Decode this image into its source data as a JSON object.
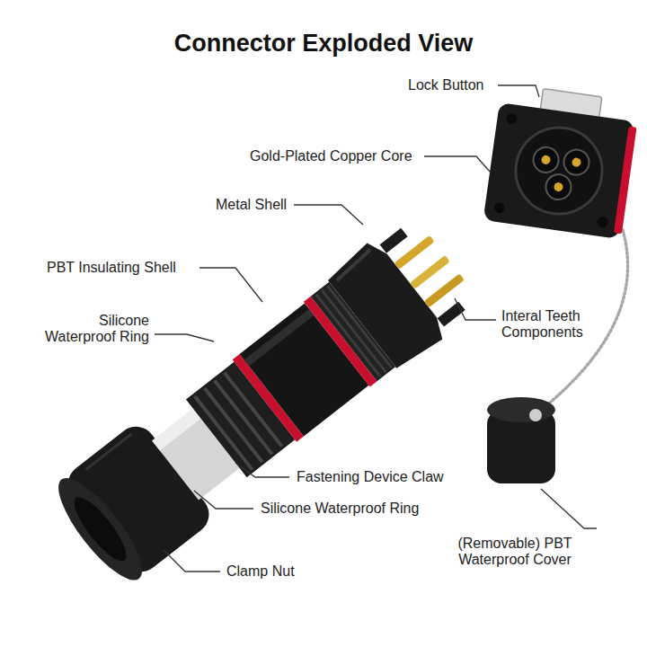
{
  "diagram": {
    "title": "Connector Exploded View",
    "labels": [
      "Lock Button",
      "Gold-Plated Copper Core",
      "Metal Shell",
      "PBT Insulating Shell",
      "Silicone Waterproof Ring",
      "Interal Teeth Components",
      "Fastening Device Claw",
      "Silicone Waterproof Ring",
      "(Removable) PBT Waterproof Cover",
      "Clamp Nut"
    ]
  }
}
